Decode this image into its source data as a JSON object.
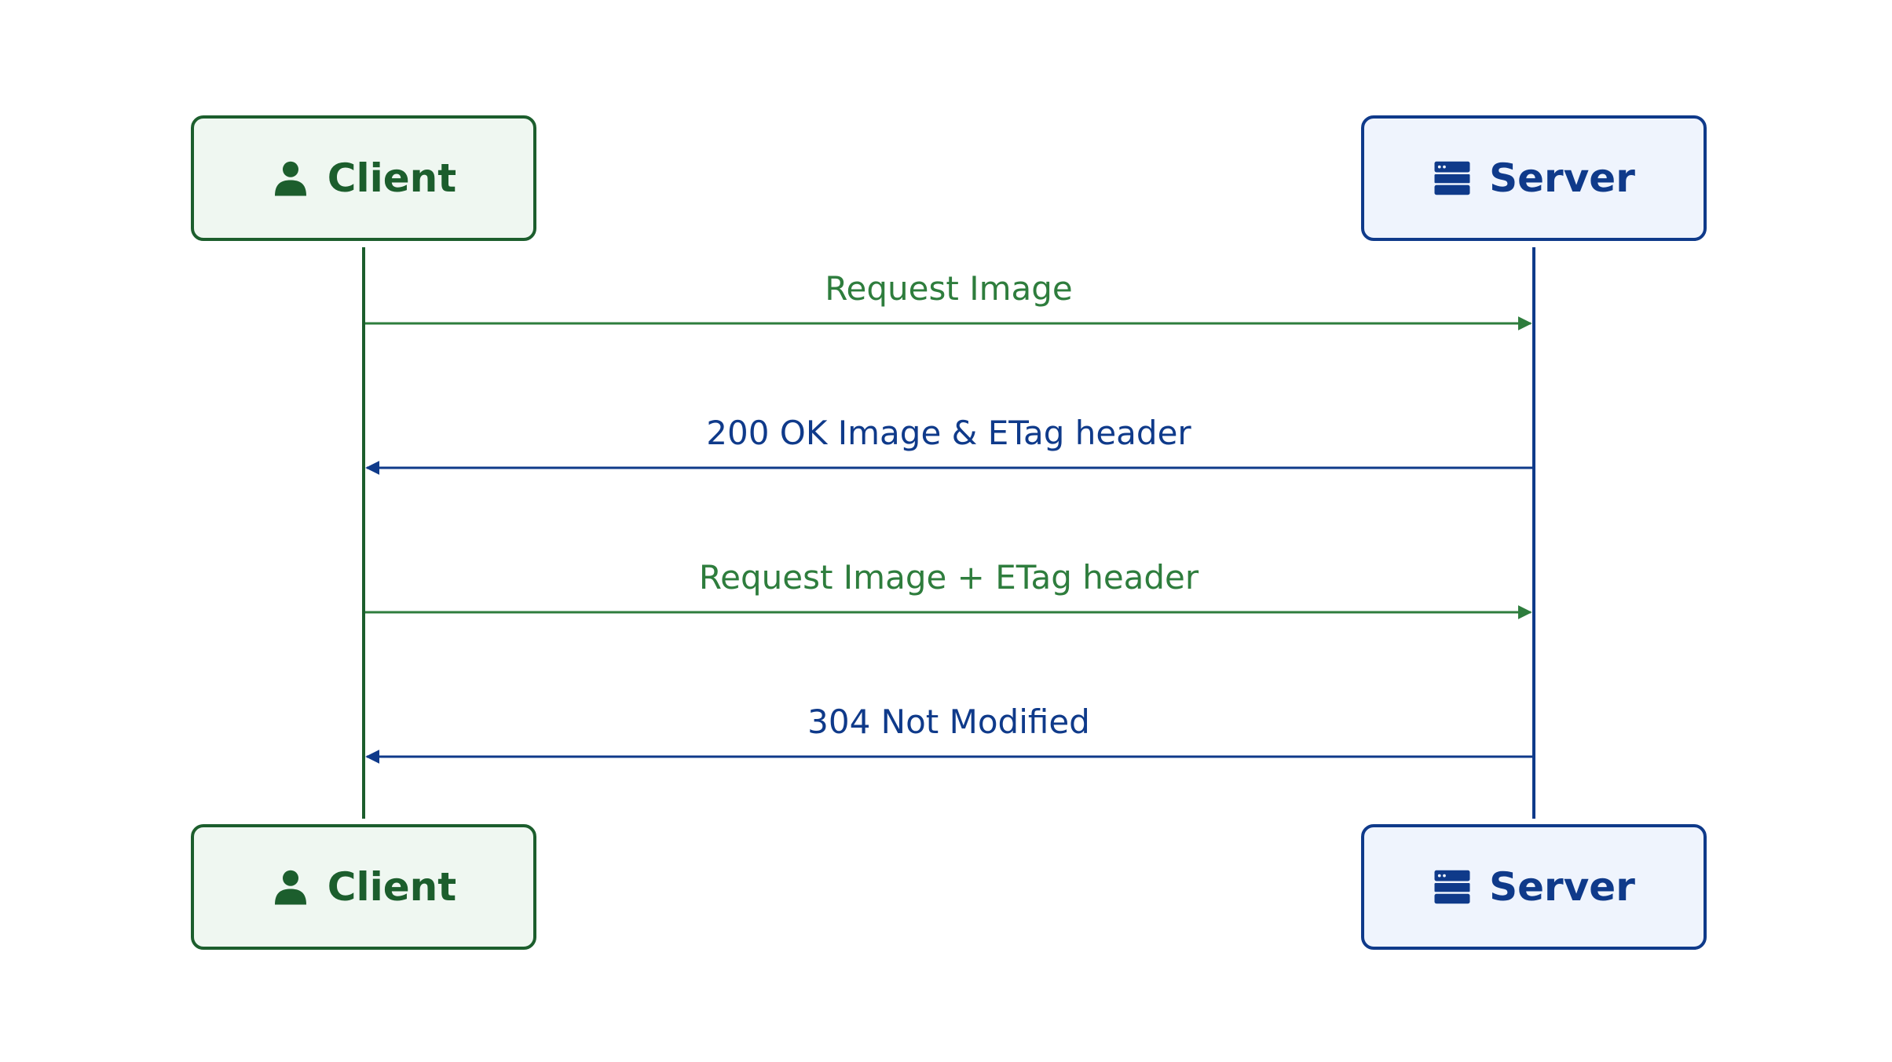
{
  "participants": {
    "client": {
      "label": "Client",
      "icon": "user-icon",
      "color": "#1c5e2d",
      "fill": "#eff7f1"
    },
    "server": {
      "label": "Server",
      "icon": "server-icon",
      "color": "#0f3a8a",
      "fill": "#eff4fd"
    }
  },
  "messages": [
    {
      "label": "Request Image",
      "from": "client",
      "to": "server",
      "color": "#2e7d3d"
    },
    {
      "label": "200 OK Image & ETag header",
      "from": "server",
      "to": "client",
      "color": "#0f3a8a"
    },
    {
      "label": "Request Image + ETag header",
      "from": "client",
      "to": "server",
      "color": "#2e7d3d"
    },
    {
      "label": "304 Not Modified",
      "from": "server",
      "to": "client",
      "color": "#0f3a8a"
    }
  ]
}
